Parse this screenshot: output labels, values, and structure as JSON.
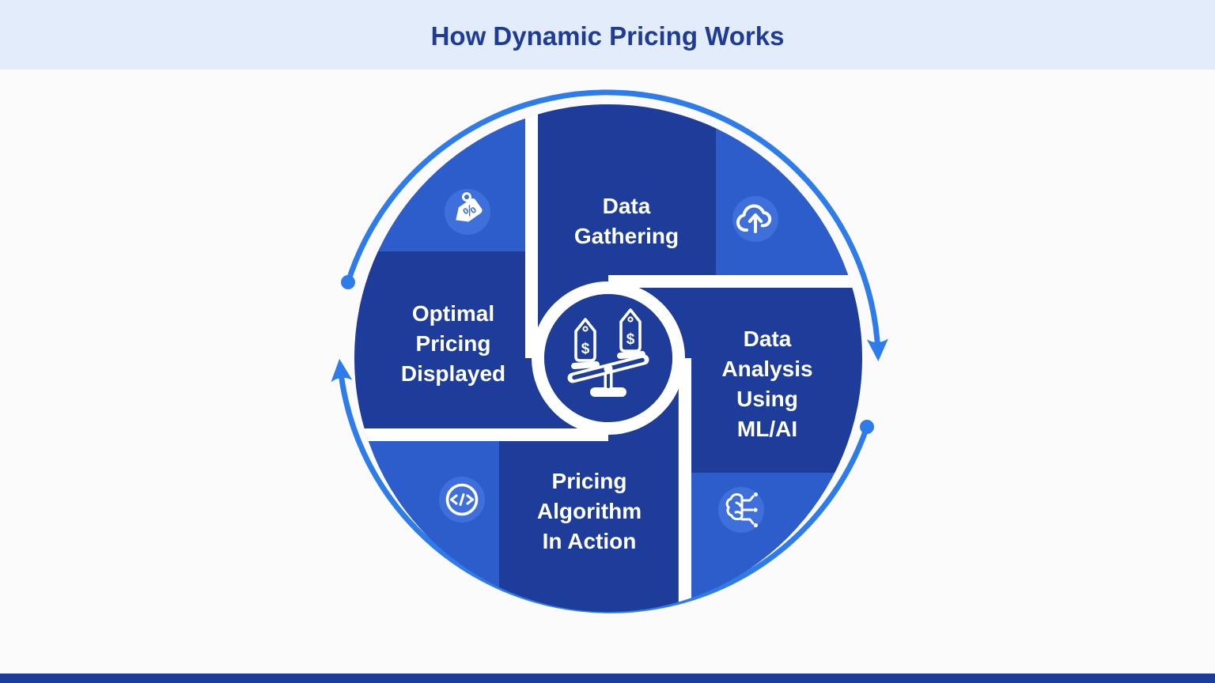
{
  "header": {
    "title": "How Dynamic Pricing Works"
  },
  "colors": {
    "page_bg": "#fbfbfc",
    "header_bg": "#e3ecfb",
    "title_text": "#1e3c96",
    "dark_blue": "#1e3c99",
    "medium_blue": "#2d5dcb",
    "icon_circle_blue": "#3e6fdb",
    "arc_blue": "#2e7ce9",
    "white": "#ffffff",
    "footer_bar": "#1c3a98"
  },
  "flow": {
    "direction": "clockwise",
    "arc_count": 2
  },
  "steps": [
    {
      "id": "data-gathering",
      "label": "Data Gathering",
      "lines": [
        "Data",
        "Gathering"
      ],
      "icon": "cloud-upload-icon"
    },
    {
      "id": "data-analysis",
      "label": "Data Analysis Using ML/AI",
      "lines": [
        "Data",
        "Analysis",
        "Using",
        "ML/AI"
      ],
      "icon": "ai-brain-circuit-icon"
    },
    {
      "id": "pricing-algorithm",
      "label": "Pricing Algorithm In Action",
      "lines": [
        "Pricing",
        "Algorithm",
        "In Action"
      ],
      "icon": "code-icon"
    },
    {
      "id": "optimal-pricing",
      "label": "Optimal Pricing Displayed",
      "lines": [
        "Optimal",
        "Pricing",
        "Displayed"
      ],
      "icon": "price-tag-percent-icon"
    }
  ],
  "center": {
    "icon": "balance-scale-price-tags-icon",
    "left_tag_symbol": "$",
    "right_tag_symbol": "$"
  },
  "decor": {
    "percent_symbol": "%"
  }
}
